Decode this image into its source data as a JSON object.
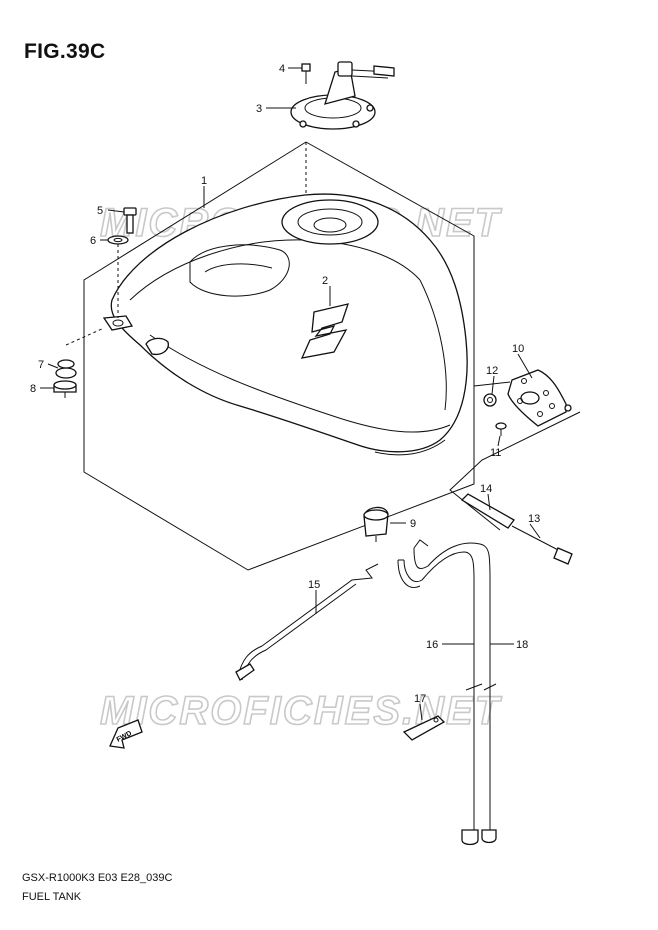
{
  "figure": {
    "title": "FIG.39C",
    "code": "GSX-R1000K3 E03 E28_039C",
    "name": "FUEL TANK"
  },
  "watermark": {
    "text": "MICROFICHES.NET"
  },
  "callouts": {
    "c1": "1",
    "c2": "2",
    "c3": "3",
    "c4": "4",
    "c5": "5",
    "c6": "6",
    "c7": "7",
    "c8": "8",
    "c9": "9",
    "c10": "10",
    "c11": "11",
    "c12": "12",
    "c13": "13",
    "c14": "14",
    "c15": "15",
    "c16": "16",
    "c17": "17",
    "c18": "18"
  },
  "fwd_label": "FWD"
}
